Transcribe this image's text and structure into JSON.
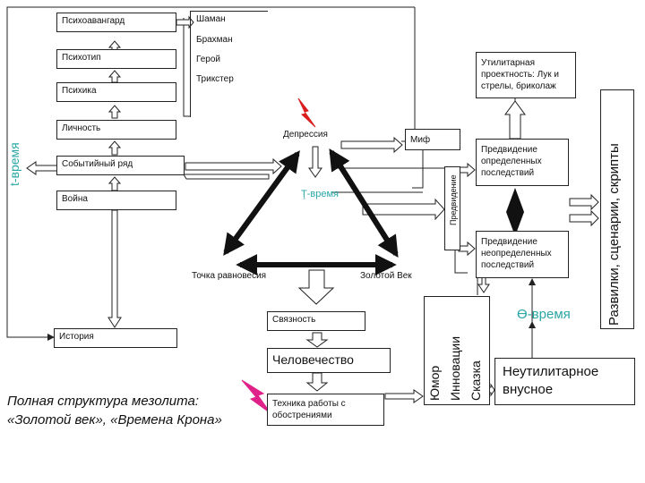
{
  "nodes": {
    "psychoavantgarde": "Психоавангард",
    "psychotype": "Психотип",
    "psyche": "Психика",
    "personality": "Личность",
    "event_series": "Событийный ряд",
    "war": "Война",
    "history": "История",
    "archetypes": [
      "Шаман",
      "Брахман",
      "Герой",
      "Трикстер"
    ],
    "depression": "Депрессия",
    "myth": "Миф",
    "utilitarian_design": "Утилитарная проектность: Лук и стрелы, бриколаж",
    "foresight_defined": "Предвидение определенных последствий",
    "foresight_undefined": "Предвидение неопределенных последствий",
    "foresight_vertical": "Предвидение",
    "scenarios": "Развилки, сценарии, скрипты",
    "balance_point": "Точка равновесия",
    "golden_age": "Золотой Век",
    "coherence": "Связность",
    "humanity": "Человечество",
    "crisis_technique": "Техника работы с обострениями",
    "humor_block": [
      "Юмор",
      "Инновации",
      "Сказка"
    ],
    "non_utilitarian": "Неутилитарное внусное"
  },
  "time_labels": {
    "t_time": "t-время",
    "tau_time": "Ţ-время",
    "theta_time": "Ɵ-время"
  },
  "caption": {
    "line1": "Полная структура мезолита:",
    "line2": "«Золотой век», «Времена Крона»"
  },
  "colors": {
    "accent_teal": "#2aa6a6",
    "lightning": "#e0218a",
    "lightning_red": "#d81e1e",
    "line": "#222222"
  }
}
